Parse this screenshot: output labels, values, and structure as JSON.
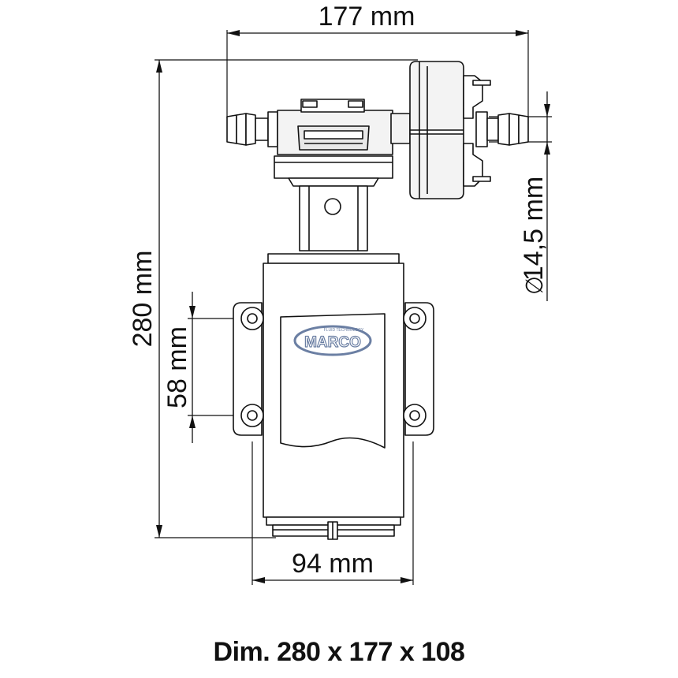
{
  "dimensions": {
    "width_top": "177 mm",
    "height_left": "280 mm",
    "mount_spacing": "58 mm",
    "base_width": "94 mm",
    "port_diameter": "14,5 mm",
    "diameter_symbol": "∅"
  },
  "logo": {
    "brand": "MARCO",
    "tagline": "FLUID TECHNOLOGY"
  },
  "caption": "Dim. 280 x 177 x 108",
  "colors": {
    "line": "#111111",
    "fill_light": "#f3f3f3",
    "fill_mid": "#e2e2e2",
    "logo_blue": "#6b7fa3"
  }
}
